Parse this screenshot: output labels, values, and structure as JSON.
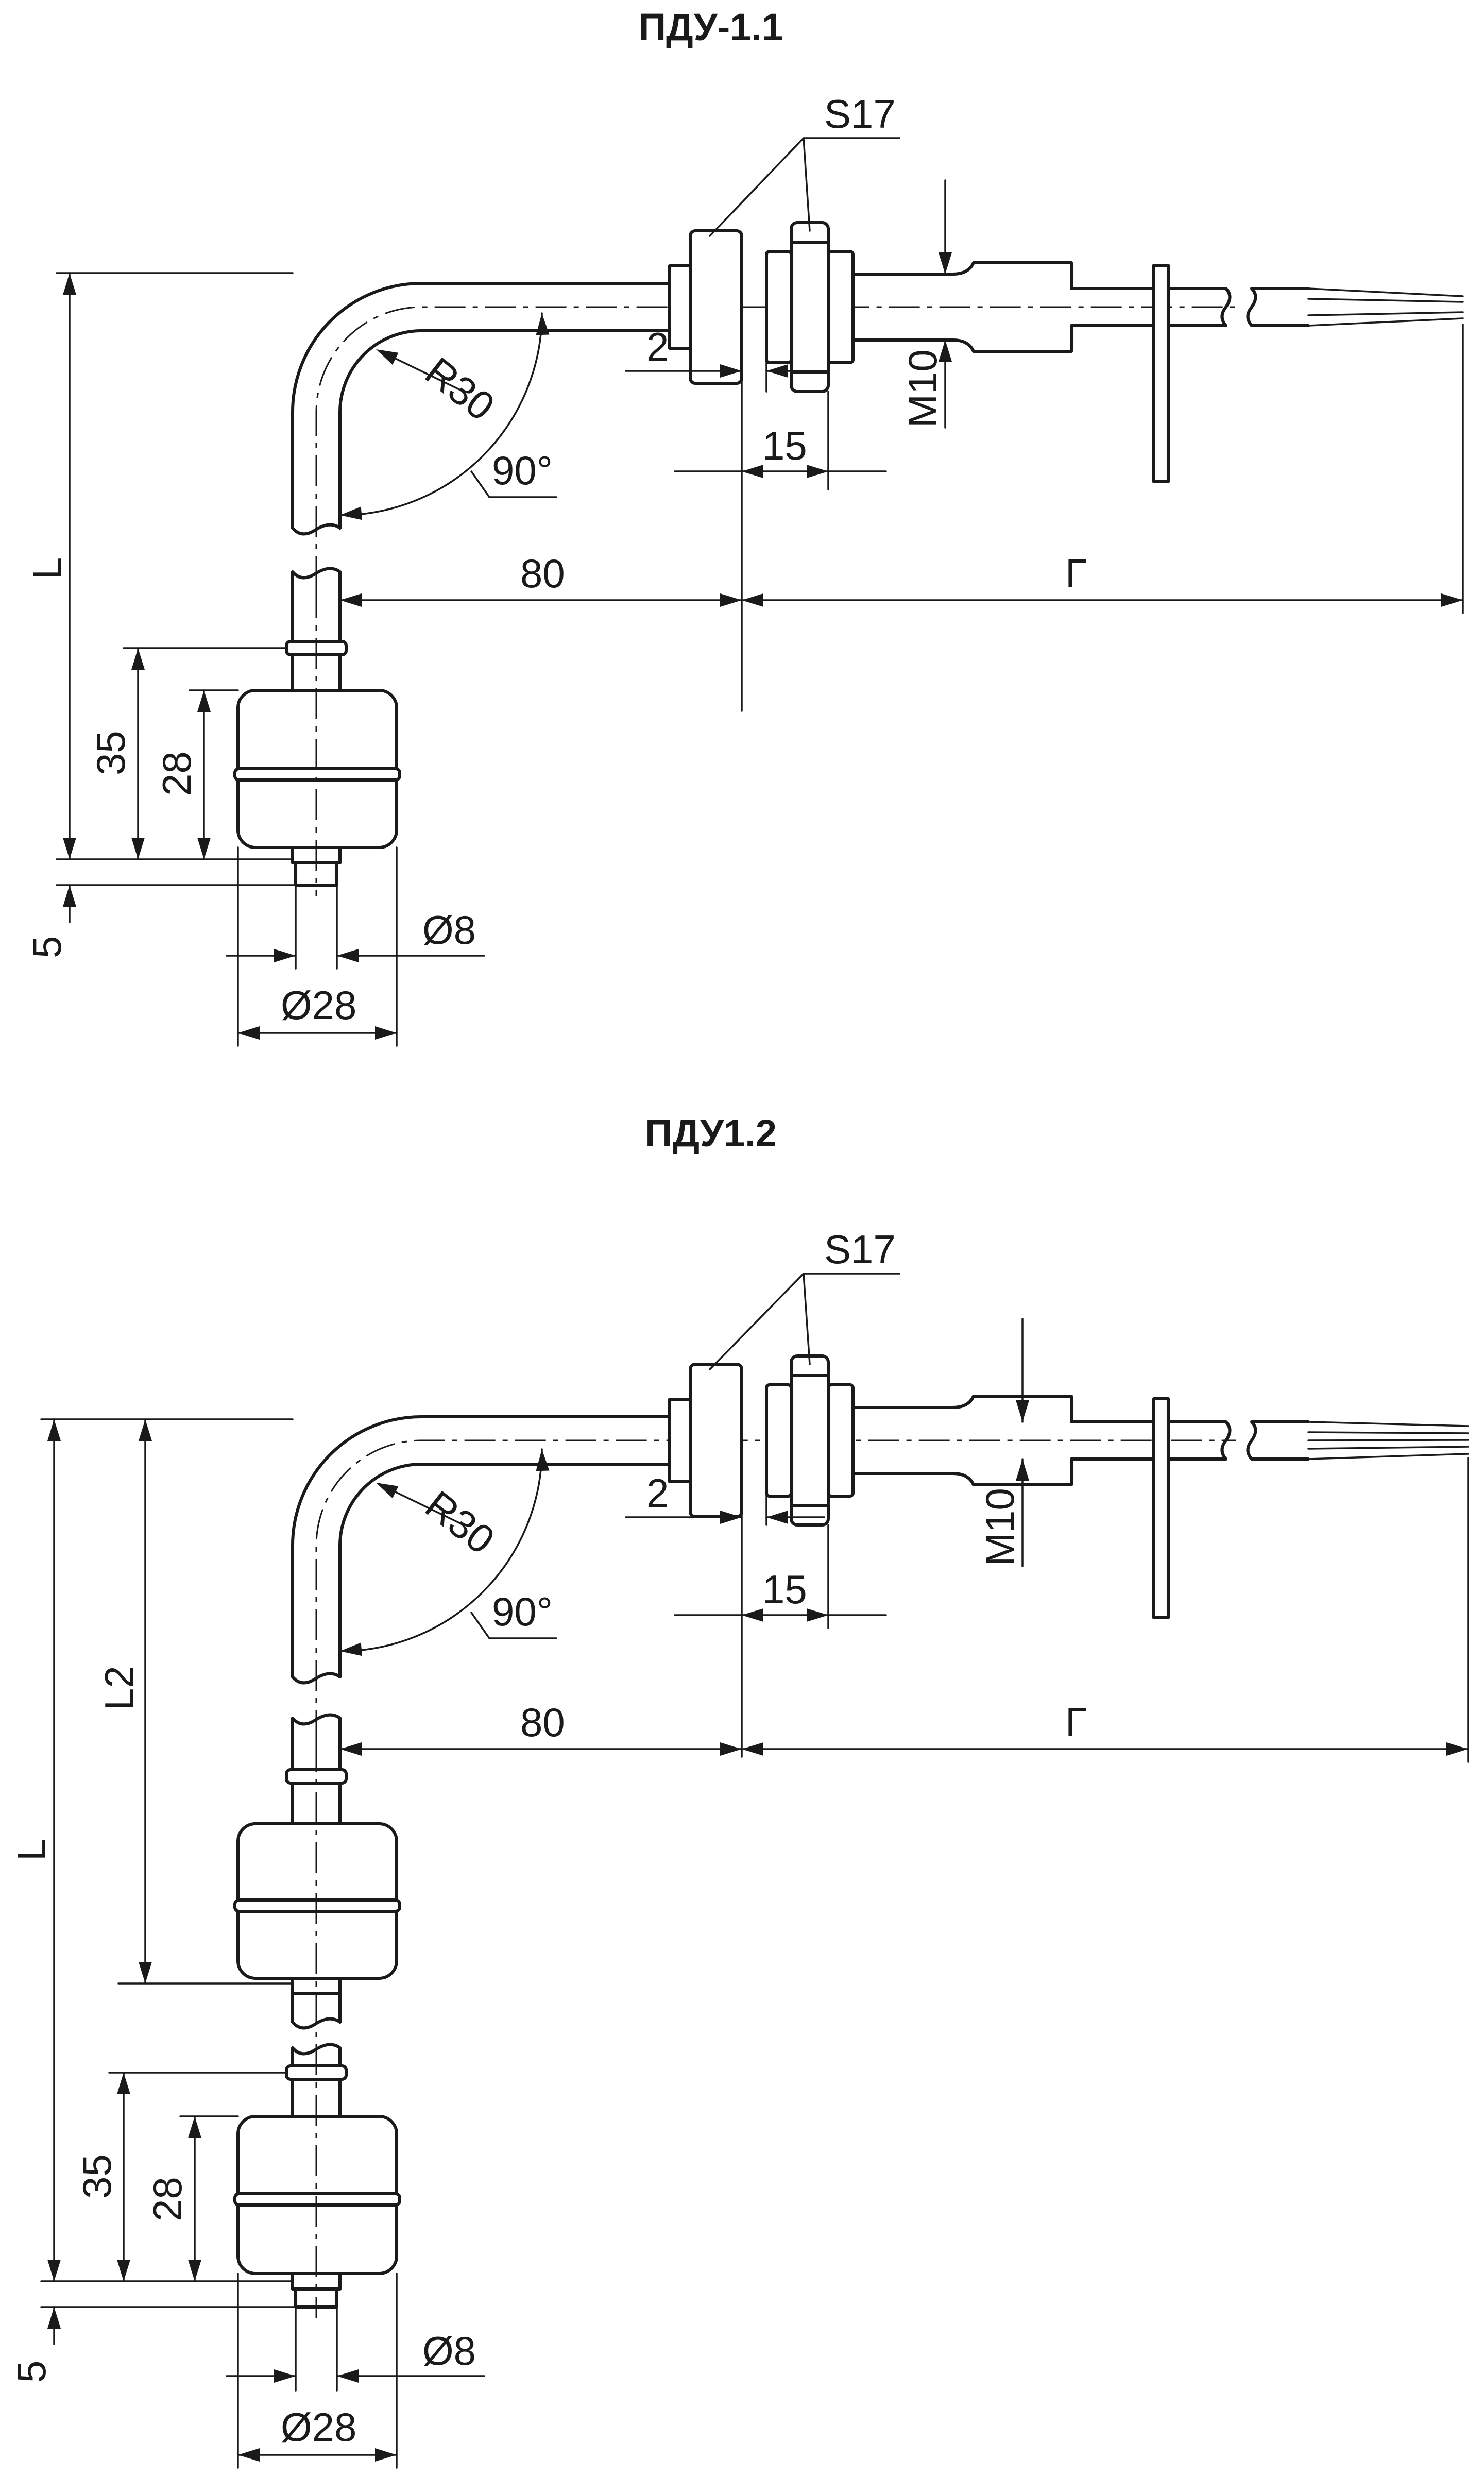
{
  "drawing_1": {
    "title": "ПДУ-1.1",
    "labels": {
      "s17": "S17",
      "dim2": "2",
      "dim15": "15",
      "m10": "M10",
      "r30": "R30",
      "angle": "90°",
      "dim80": "80",
      "gamma": "Г",
      "L": "L",
      "dim35": "35",
      "dim28": "28",
      "dim5": "5",
      "d8": "Ø8",
      "d28": "Ø28"
    }
  },
  "drawing_2": {
    "title": "ПДУ1.2",
    "labels": {
      "s17": "S17",
      "dim2": "2",
      "dim15": "15",
      "m10": "M10",
      "r30": "R30",
      "angle": "90°",
      "dim80": "80",
      "gamma": "Г",
      "L": "L",
      "L2": "L2",
      "dim35": "35",
      "dim28": "28",
      "dim5": "5",
      "d8": "Ø8",
      "d28": "Ø28"
    }
  },
  "colors": {
    "ink": "#1a1a1a",
    "paper": "#ffffff"
  }
}
